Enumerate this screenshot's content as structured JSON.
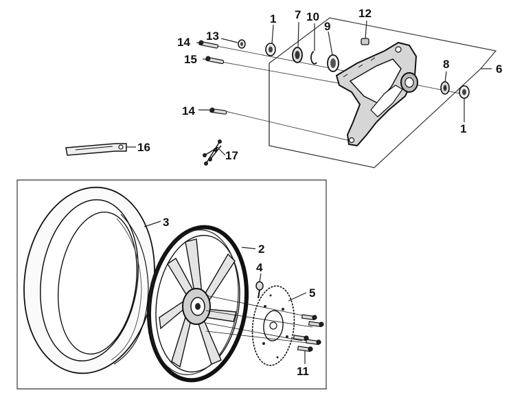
{
  "callouts": [
    {
      "id": "c1a",
      "text": "1"
    },
    {
      "id": "c7",
      "text": "7"
    },
    {
      "id": "c10",
      "text": "10"
    },
    {
      "id": "c9",
      "text": "9"
    },
    {
      "id": "c12",
      "text": "12"
    },
    {
      "id": "c14a",
      "text": "14"
    },
    {
      "id": "c13",
      "text": "13"
    },
    {
      "id": "c15",
      "text": "15"
    },
    {
      "id": "c8",
      "text": "8"
    },
    {
      "id": "c6",
      "text": "6"
    },
    {
      "id": "c1b",
      "text": "1"
    },
    {
      "id": "c14b",
      "text": "14"
    },
    {
      "id": "c16",
      "text": "16"
    },
    {
      "id": "c17",
      "text": "17"
    },
    {
      "id": "c3",
      "text": "3"
    },
    {
      "id": "c2",
      "text": "2"
    },
    {
      "id": "c4",
      "text": "4"
    },
    {
      "id": "c5",
      "text": "5"
    },
    {
      "id": "c11",
      "text": "11"
    }
  ]
}
